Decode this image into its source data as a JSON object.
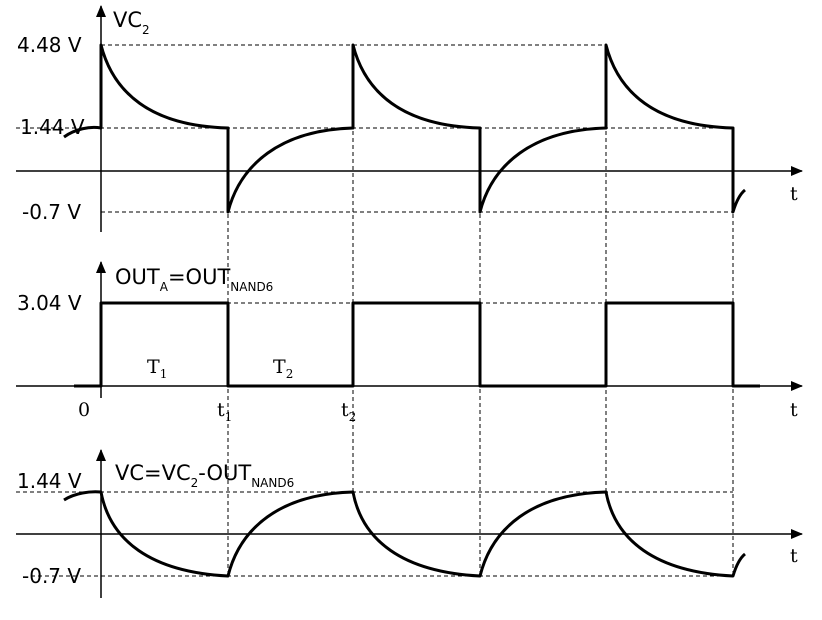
{
  "top_panel": {
    "title": "VC",
    "title_sub": "2",
    "level_high": "4.48 V",
    "level_mid": "1.44 V",
    "level_low": "-0.7 V",
    "axis_label": "t"
  },
  "mid_panel": {
    "title_main": "OUT",
    "title_sub_a": "A",
    "title_eq": "=OUT",
    "title_sub_b": "NAND6",
    "level_high": "3.04 V",
    "origin_label": "0",
    "t1_label": "t",
    "t1_sub": "1",
    "t2_label": "t",
    "t2_sub": "2",
    "period1_label": "T",
    "period1_sub": "1",
    "period2_label": "T",
    "period2_sub": "2",
    "axis_label": "t"
  },
  "bottom_panel": {
    "title_a": "VC=VC",
    "title_sub_a": "2",
    "title_b": "-OUT",
    "title_sub_b": "NAND6",
    "level_high": "1.44 V",
    "level_low": "-0.7 V",
    "axis_label": "t"
  }
}
